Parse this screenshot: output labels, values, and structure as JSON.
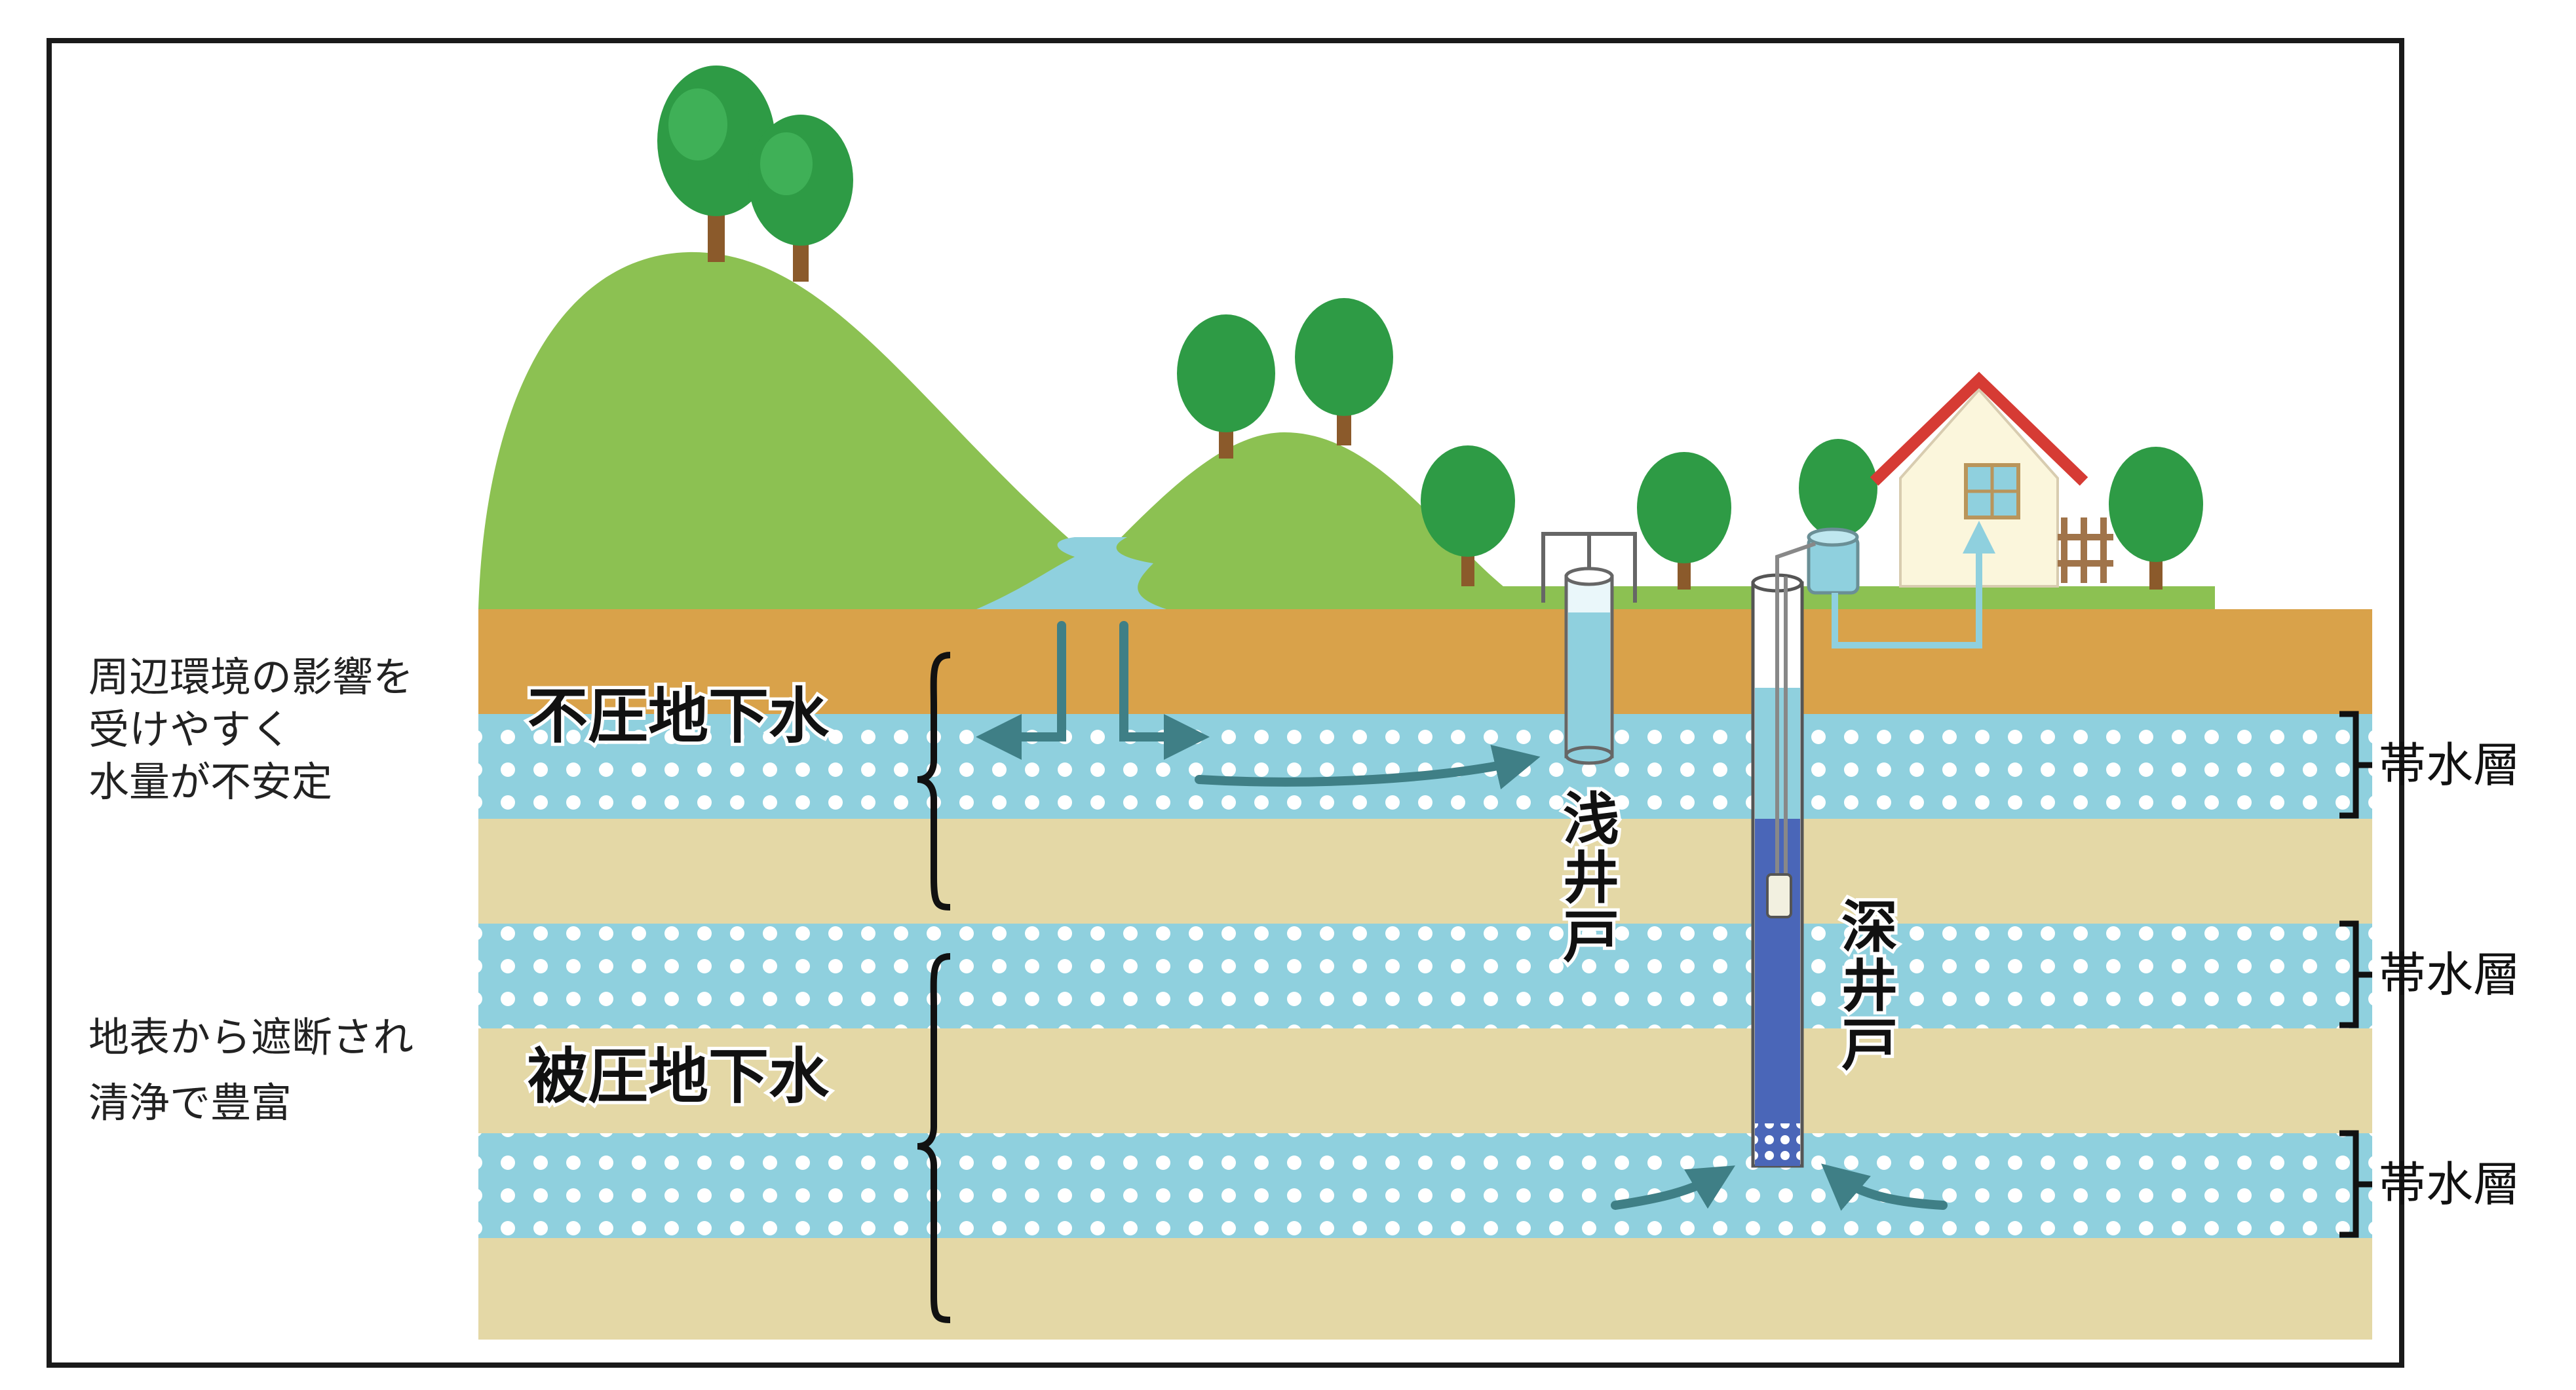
{
  "notes": {
    "unconfined": [
      "周辺環境の影響を",
      "受けやすく",
      "水量が不安定"
    ],
    "confined": [
      "地表から遮断され",
      "清浄で豊富"
    ]
  },
  "layers": {
    "unconfined_title": "不圧地下水",
    "confined_title": "被圧地下水",
    "aquifer_label": "帯水層"
  },
  "wells": {
    "shallow": [
      "浅",
      "井",
      "戸"
    ],
    "deep": [
      "深",
      "井",
      "戸"
    ]
  },
  "colors": {
    "topsoil": "#d9a24a",
    "clay": "#e4d8a6",
    "aquifer": "#8fd0de",
    "hill": "#8cc152",
    "tree": "#2e9b45",
    "water_arrow": "#3f7f86",
    "deep_water": "#4a66b8",
    "roof": "#d63b34"
  }
}
